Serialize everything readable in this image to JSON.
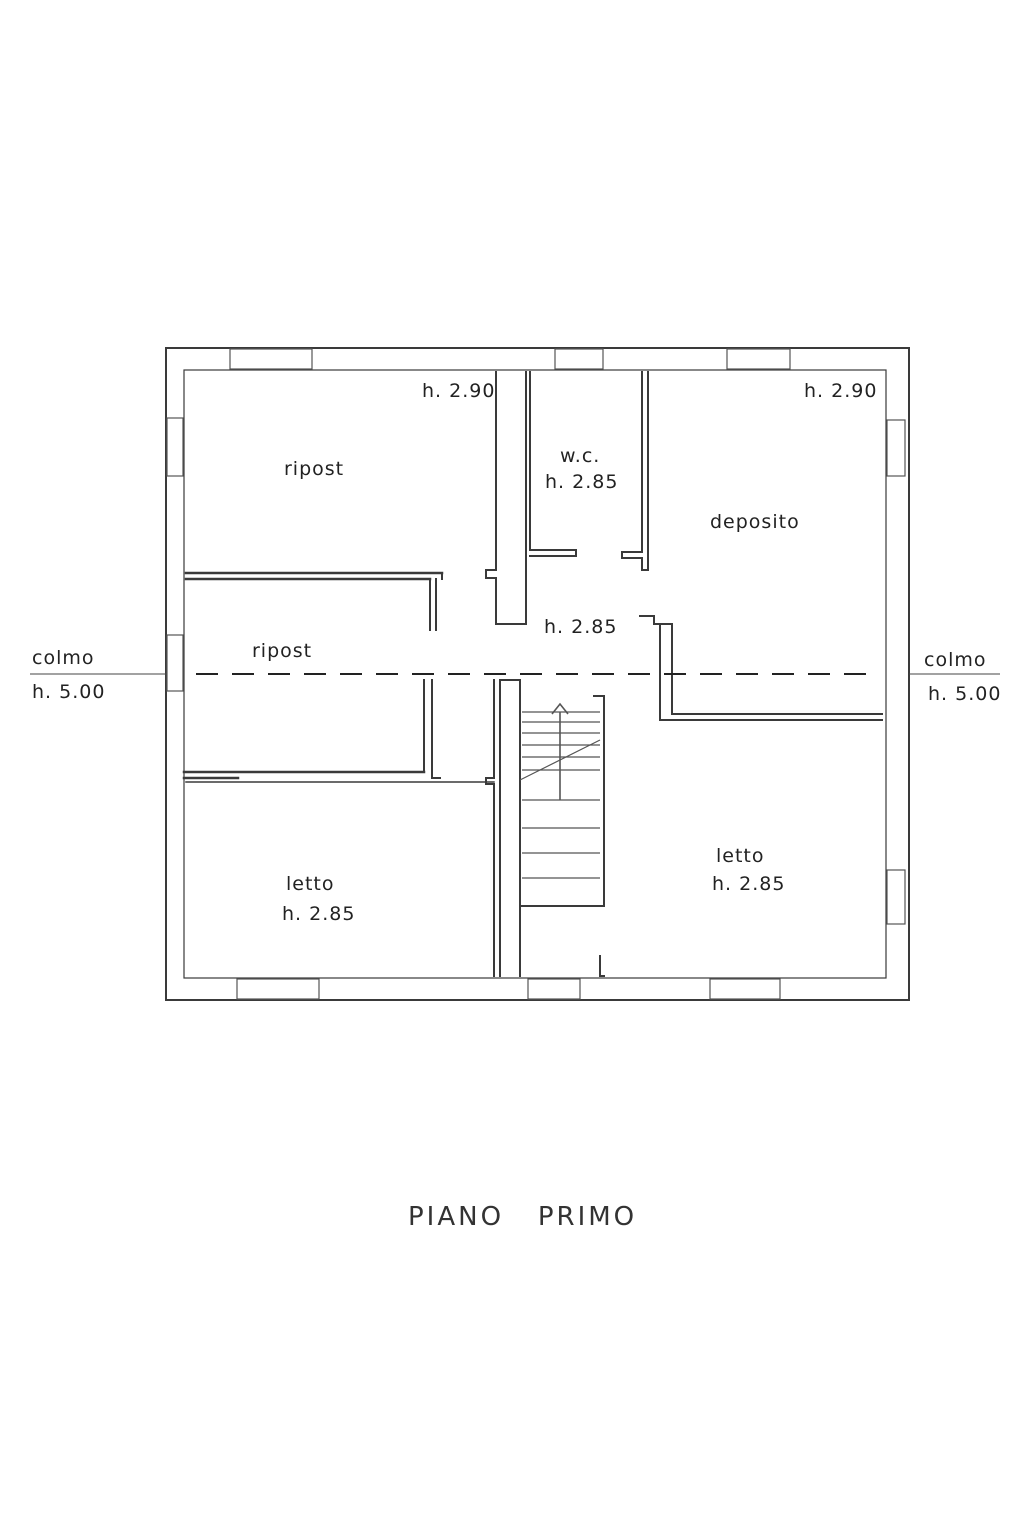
{
  "rooms": [
    {
      "name": "ripost",
      "height": ""
    },
    {
      "name": "ripost",
      "height": ""
    },
    {
      "name": "w.c.",
      "height": "h. 2.85"
    },
    {
      "name": "deposito",
      "height": ""
    },
    {
      "name": "letto",
      "height": "h. 2.85"
    },
    {
      "name": "letto",
      "height": "h. 2.85"
    }
  ],
  "heights": {
    "top_left": "h. 2.90",
    "top_right": "h. 2.90",
    "corridor": "h. 2.85"
  },
  "ridge": {
    "left_label": "colmo",
    "left_height": "h. 5.00",
    "right_label": "colmo",
    "right_height": "h. 5.00"
  },
  "title": "PIANO   PRIMO"
}
